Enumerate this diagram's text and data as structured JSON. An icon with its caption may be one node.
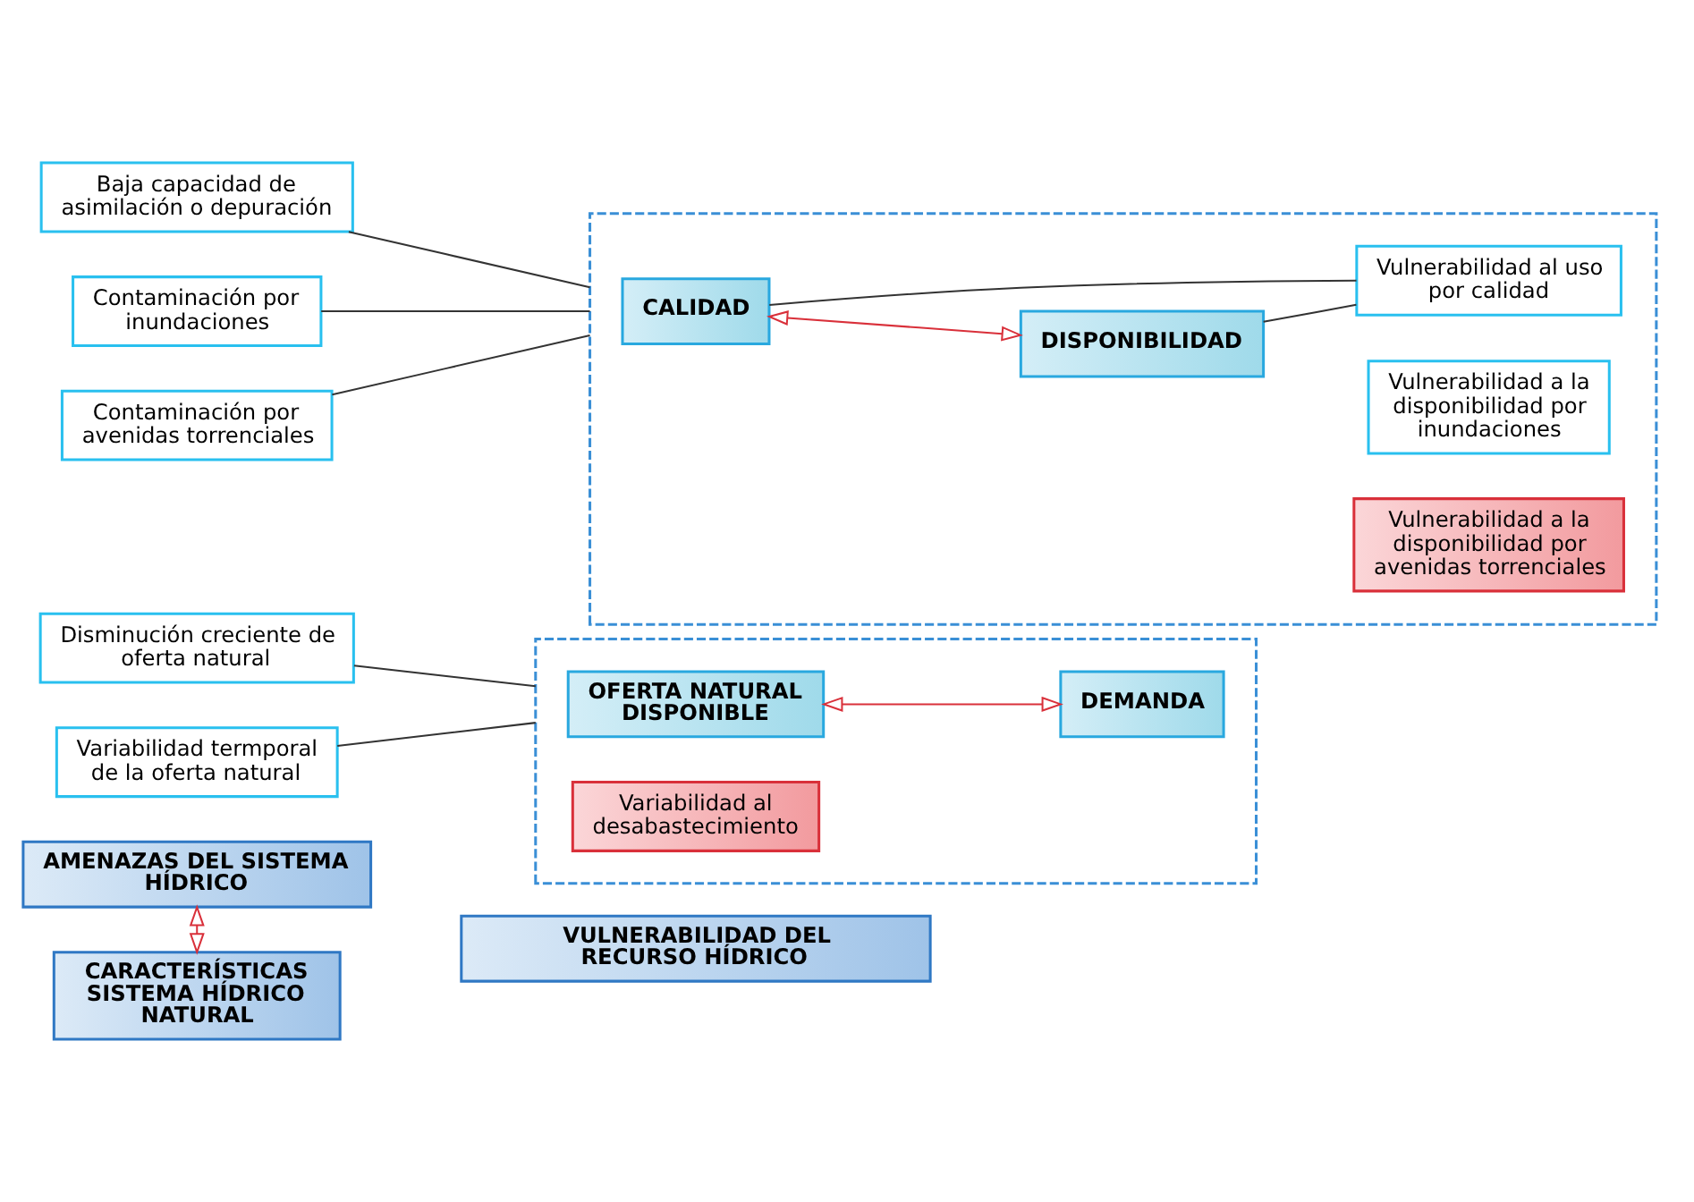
{
  "diagram": {
    "nodes": [
      {
        "text": [
          "VULNERABILIDAD DEL RECURSO HÍDRICO"
        ]
      },
      {
        "text": [
          "AMENAZAS DEL SISTEMA HÍDRICO"
        ]
      },
      {
        "text": [
          "CARACTERÍSTICAS SISTEMA HÍDRICO NATURAL"
        ]
      },
      {
        "text": [
          "Disminución creciente de oferta natural"
        ]
      },
      {
        "text": [
          "Variabilidad termporal de la oferta natural"
        ]
      },
      {
        "text": [
          "Baja capacidad de asimilación o depuración"
        ]
      },
      {
        "text": [
          "Contaminación por inundaciones"
        ]
      },
      {
        "text": [
          "Contaminación por avenidas torrenciales"
        ]
      },
      {
        "text": [],
        "shape": "box"
      },
      {
        "text": [
          "OFERTA NATURAL DISPONIBLE"
        ],
        "in": 8
      },
      {
        "text": [
          "DEMANDA"
        ],
        "in": 8
      },
      {
        "text": [
          "Variabilidad al desabastecimiento"
        ],
        "in": 8
      },
      {
        "text": [],
        "shape": "box"
      },
      {
        "text": [
          "CALIDAD"
        ],
        "in": 12
      },
      {
        "text": [
          "DISPONIBILIDAD"
        ],
        "in": 12
      },
      {
        "text": [
          "Vulnerabilidad al uso por calidad"
        ],
        "in": 12
      },
      {
        "text": [
          "Vulnerabilidad a la disponibilidad por inundaciones"
        ],
        "in": 12
      },
      {
        "text": [
          "Vulnerabilidad a la disponibilidad por avenidas torrenciales"
        ],
        "in": 12
      }
    ],
    "edges": [
      {
        "from": 1,
        "to": 2,
        "arrow": "both",
        "color": "#d9303a"
      },
      {
        "from": 3,
        "to": 8,
        "arrow": "none"
      },
      {
        "from": 4,
        "to": 8,
        "arrow": "none"
      },
      {
        "from": 5,
        "to": 12,
        "arrow": "none"
      },
      {
        "from": 6,
        "to": 12,
        "arrow": "none"
      },
      {
        "from": 7,
        "to": 12,
        "arrow": "none"
      },
      {
        "from": 9,
        "to": 10,
        "arrow": "both",
        "color": "#d9303a"
      },
      {
        "from": 13,
        "to": 14,
        "arrow": "both",
        "color": "#d9303a"
      },
      {
        "from": 13,
        "to": 15,
        "arrow": "none"
      },
      {
        "from": 14,
        "to": 15,
        "arrow": "none"
      }
    ]
  }
}
